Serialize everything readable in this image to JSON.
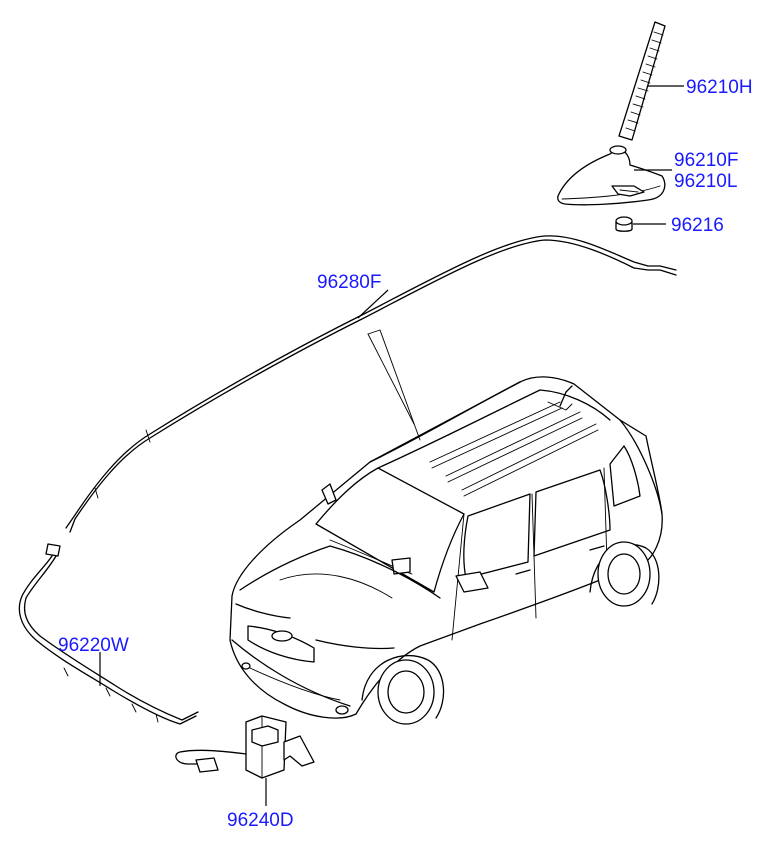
{
  "diagram": {
    "parts": [
      {
        "id": "mast",
        "part_number": "96210H"
      },
      {
        "id": "base_a",
        "part_number": "96210F"
      },
      {
        "id": "base_b",
        "part_number": "96210L"
      },
      {
        "id": "pad",
        "part_number": "96216"
      },
      {
        "id": "roof_cable",
        "part_number": "96280F"
      },
      {
        "id": "front_cable",
        "part_number": "96220W"
      },
      {
        "id": "module",
        "part_number": "96240D"
      }
    ]
  }
}
